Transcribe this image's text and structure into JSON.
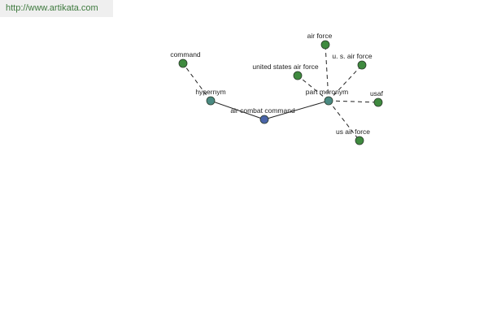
{
  "header": {
    "source_url": "http://www.artikata.com"
  },
  "colors": {
    "root_node": "#4a64a8",
    "relation_node": "#4a8a82",
    "leaf_node": "#3f8a3f",
    "node_stroke": "#2a3a2a",
    "edge": "#222222"
  },
  "graph": {
    "root": {
      "label": "air combat command",
      "kind": "root"
    },
    "relations": [
      {
        "label": "hypernym",
        "kind": "relation",
        "targets": [
          "command"
        ]
      },
      {
        "label": "part meronym",
        "kind": "relation",
        "targets": [
          "air force",
          "u. s. air force",
          "united states air force",
          "usaf",
          "us air force"
        ]
      }
    ],
    "leaves": [
      {
        "label": "command"
      },
      {
        "label": "air force"
      },
      {
        "label": "u. s. air force"
      },
      {
        "label": "united states air force"
      },
      {
        "label": "usaf"
      },
      {
        "label": "us air force"
      }
    ]
  }
}
